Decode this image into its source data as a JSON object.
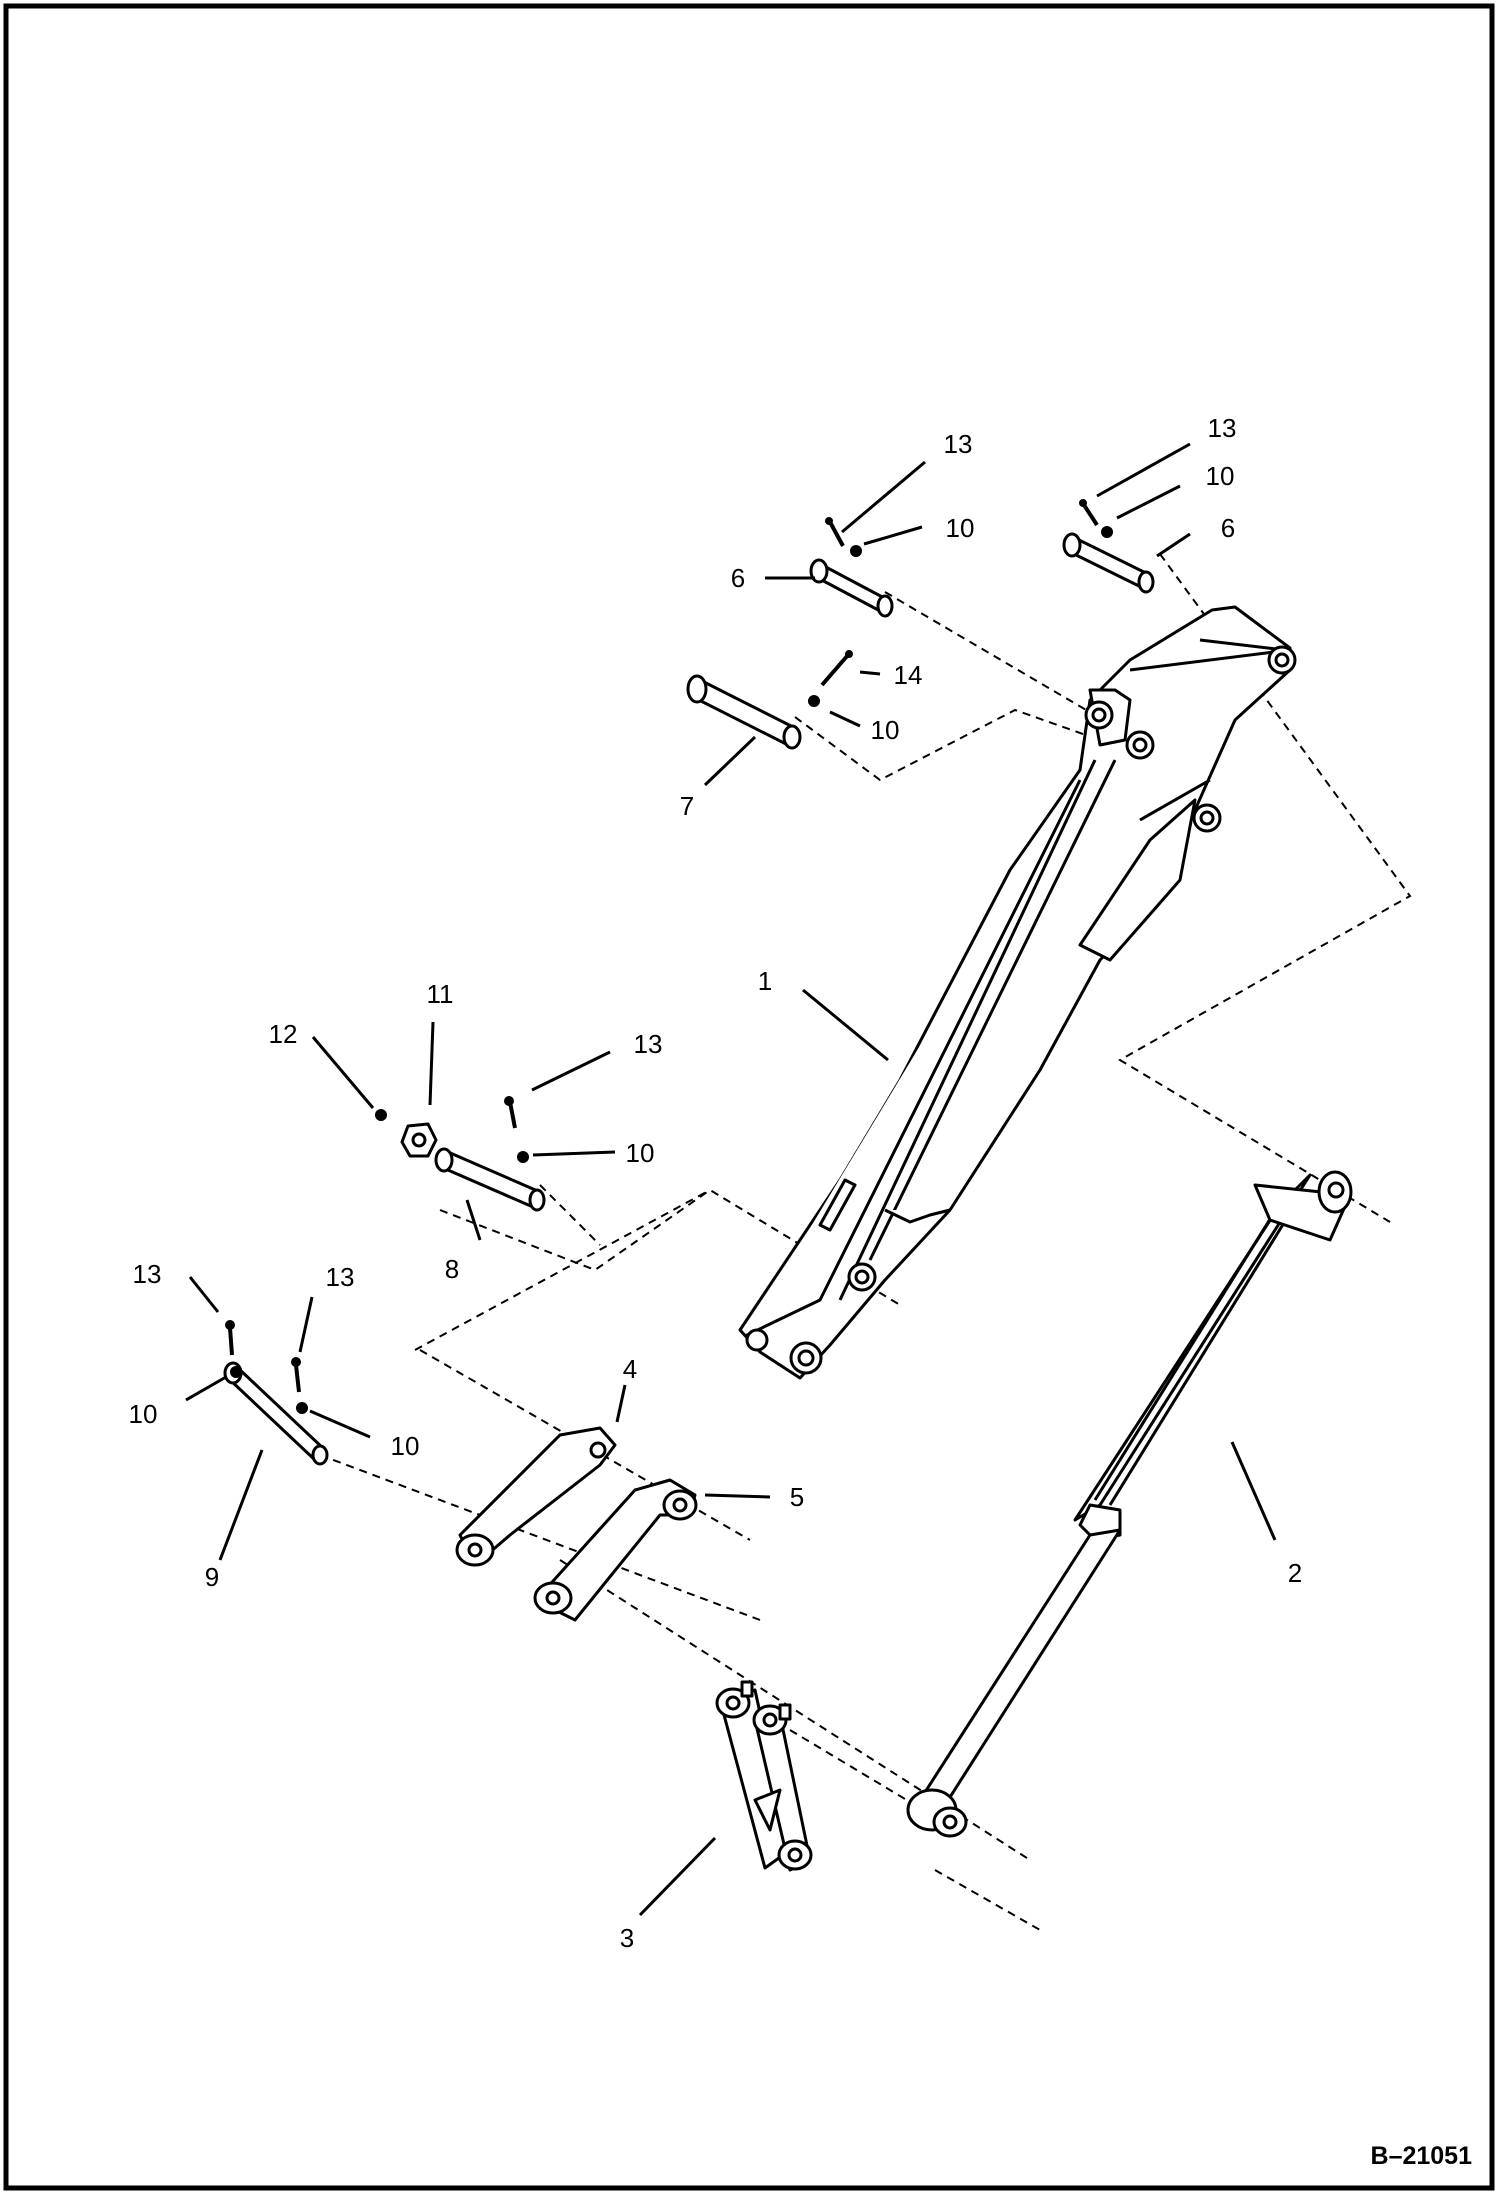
{
  "diagram": {
    "drawing_code": "B–21051",
    "callouts": [
      {
        "id": "c1",
        "text": "1"
      },
      {
        "id": "c2",
        "text": "2"
      },
      {
        "id": "c3",
        "text": "3"
      },
      {
        "id": "c4",
        "text": "4"
      },
      {
        "id": "c5",
        "text": "5"
      },
      {
        "id": "c6a",
        "text": "6"
      },
      {
        "id": "c6b",
        "text": "6"
      },
      {
        "id": "c7",
        "text": "7"
      },
      {
        "id": "c8",
        "text": "8"
      },
      {
        "id": "c9",
        "text": "9"
      },
      {
        "id": "c10a",
        "text": "10"
      },
      {
        "id": "c10b",
        "text": "10"
      },
      {
        "id": "c10c",
        "text": "10"
      },
      {
        "id": "c10d",
        "text": "10"
      },
      {
        "id": "c10e",
        "text": "10"
      },
      {
        "id": "c10f",
        "text": "10"
      },
      {
        "id": "c11",
        "text": "11"
      },
      {
        "id": "c12",
        "text": "12"
      },
      {
        "id": "c13a",
        "text": "13"
      },
      {
        "id": "c13b",
        "text": "13"
      },
      {
        "id": "c13c",
        "text": "13"
      },
      {
        "id": "c13d",
        "text": "13"
      },
      {
        "id": "c13e",
        "text": "13"
      },
      {
        "id": "c14",
        "text": "14"
      }
    ]
  }
}
